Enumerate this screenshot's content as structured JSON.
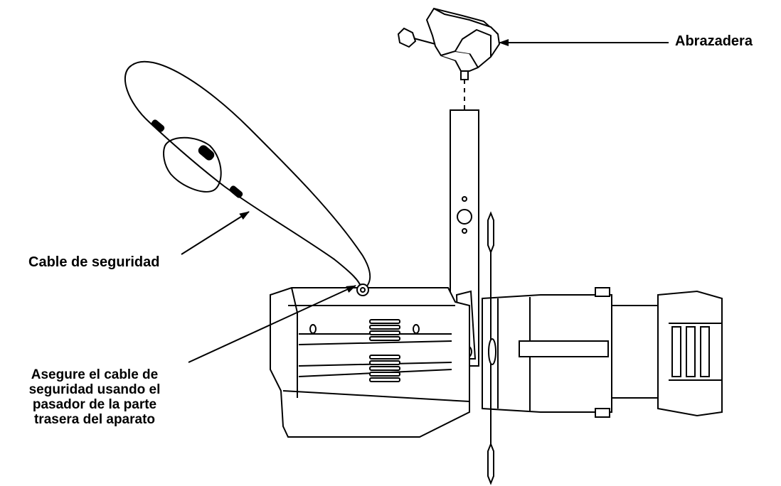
{
  "labels": {
    "clamp": "Abrazadera",
    "safety_cable": "Cable de seguridad",
    "secure_instruction": [
      "Asegure el cable de",
      "seguridad usando el",
      "pasador de la parte",
      "trasera del aparato"
    ]
  },
  "colors": {
    "line": "#000000",
    "background": "#ffffff"
  }
}
